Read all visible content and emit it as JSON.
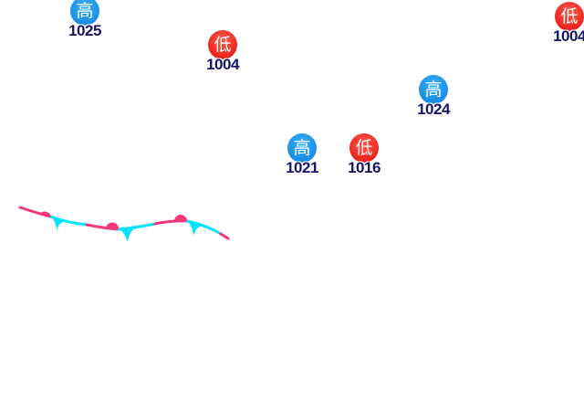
{
  "colors": {
    "high": "#0a8ae6",
    "low": "#f01a14",
    "front_warm": "#f0387a",
    "front_cold": "#00e5ff",
    "label": "#15166a"
  },
  "centers": [
    {
      "type": "high",
      "symbol": "高",
      "pressure": "1025"
    },
    {
      "type": "low",
      "symbol": "低",
      "pressure": "1004"
    },
    {
      "type": "high",
      "symbol": "高",
      "pressure": "1024"
    },
    {
      "type": "high",
      "symbol": "高",
      "pressure": "1021"
    },
    {
      "type": "low",
      "symbol": "低",
      "pressure": "1016"
    },
    {
      "type": "low",
      "symbol": "低",
      "pressure": "1004"
    }
  ],
  "front": {
    "type": "stationary-front"
  }
}
